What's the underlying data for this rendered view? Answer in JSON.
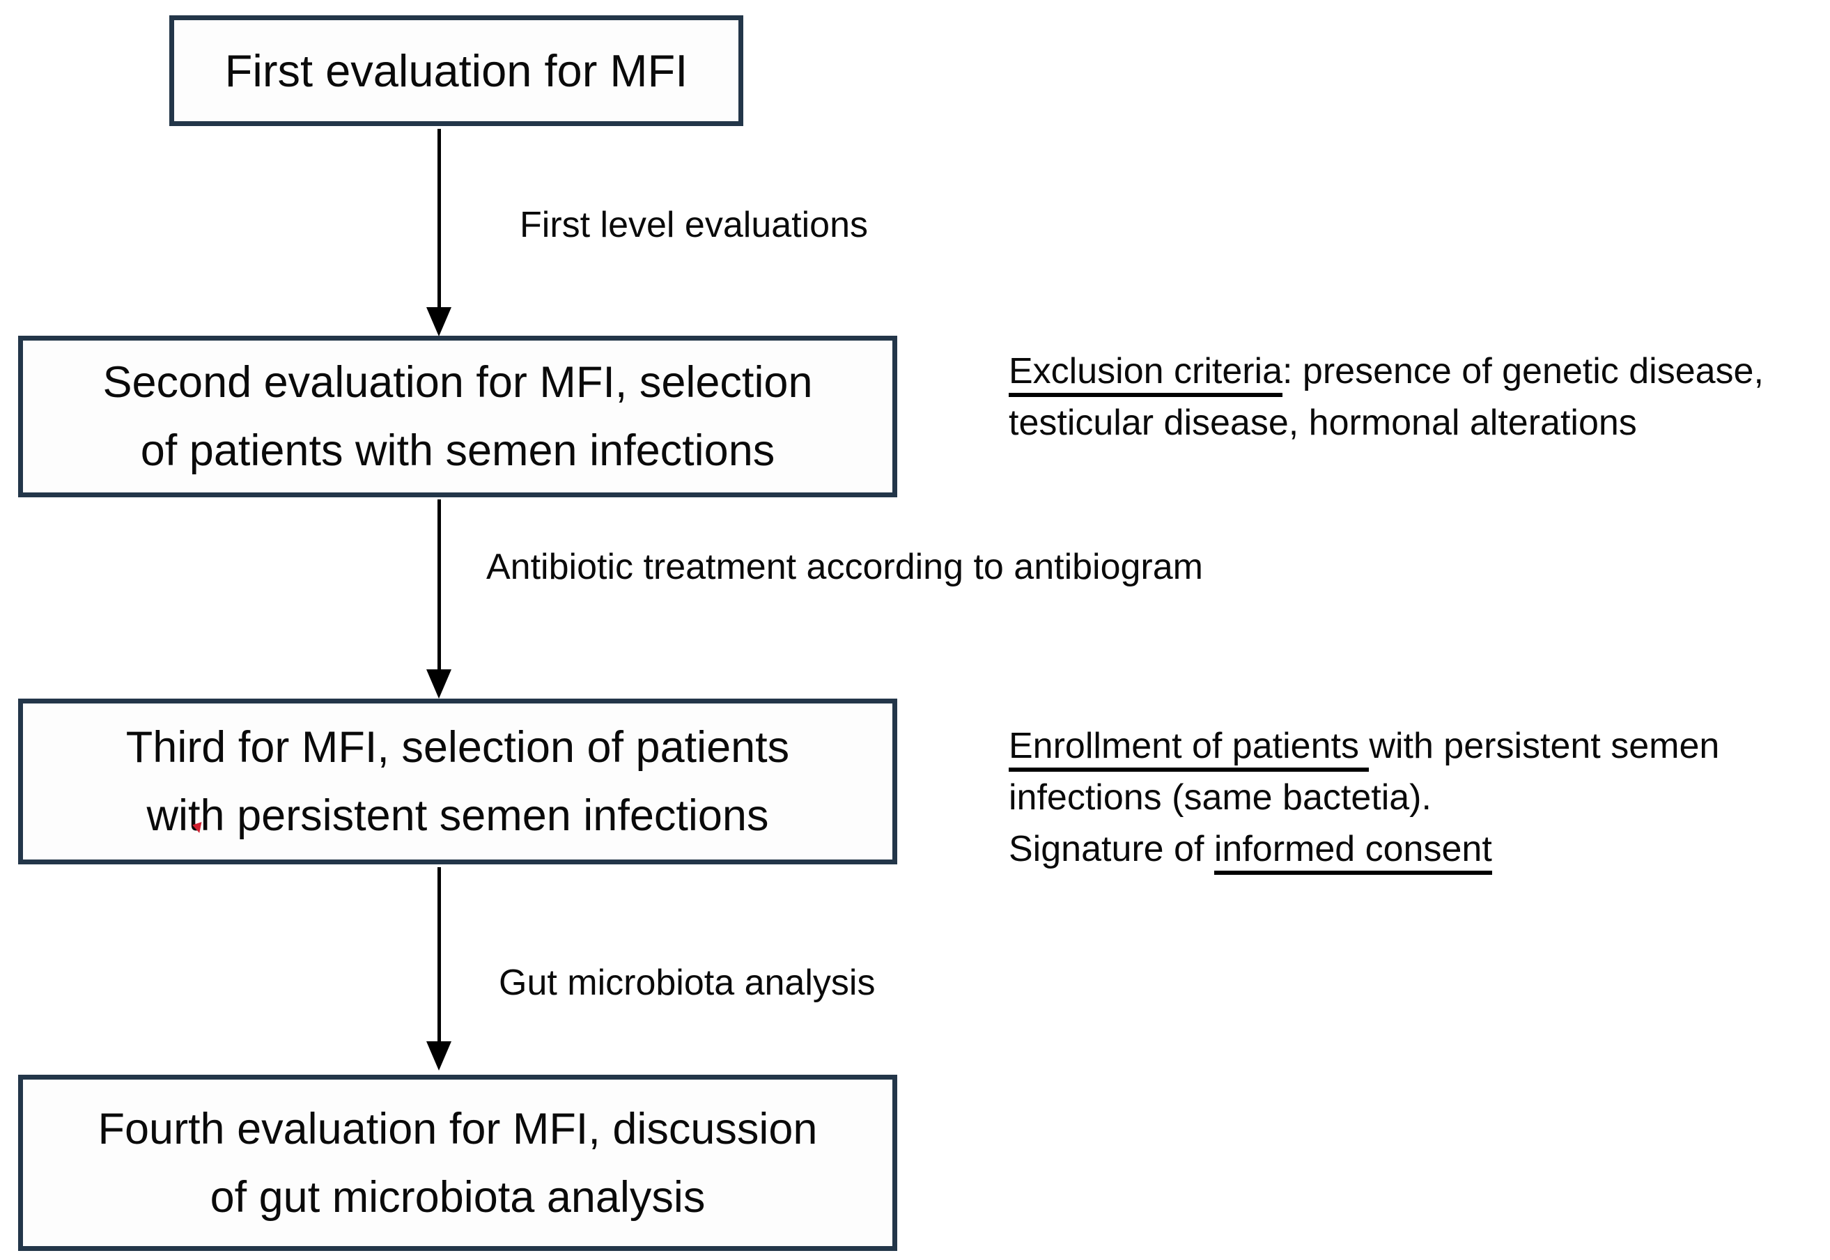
{
  "diagram": {
    "description": "Study flow diagram for male factor infertility (MFI) evaluation",
    "boxes": [
      {
        "lines": [
          "First evaluation for MFI"
        ]
      },
      {
        "lines": [
          "Second evaluation for MFI, selection",
          "of patients with semen infections"
        ]
      },
      {
        "lines": [
          "Third for MFI, selection of patients",
          "with persistent semen infections"
        ]
      },
      {
        "lines": [
          "Fourth evaluation for MFI, discussion",
          "of gut microbiota analysis"
        ]
      }
    ],
    "arrow_labels": [
      "First level evaluations",
      "Antibiotic treatment according to antibiogram",
      "Gut microbiota analysis"
    ],
    "notes": {
      "exclusion": {
        "underlined": "Exclusion criteria",
        "line1_rest": ": presence of genetic disease,",
        "line2": "testicular disease, hormonal alterations"
      },
      "enrollment": {
        "underlined": "Enrollment of patients ",
        "line1_rest": "with persistent semen",
        "line2": "infections (same bactetia).",
        "line3_start": "Signature of ",
        "line3_underlined": "informed consent"
      }
    },
    "colors": {
      "box_border": "#233649",
      "text": "#0a0a0a",
      "background": "#ffffff",
      "stray_mark": "#d02030"
    }
  }
}
